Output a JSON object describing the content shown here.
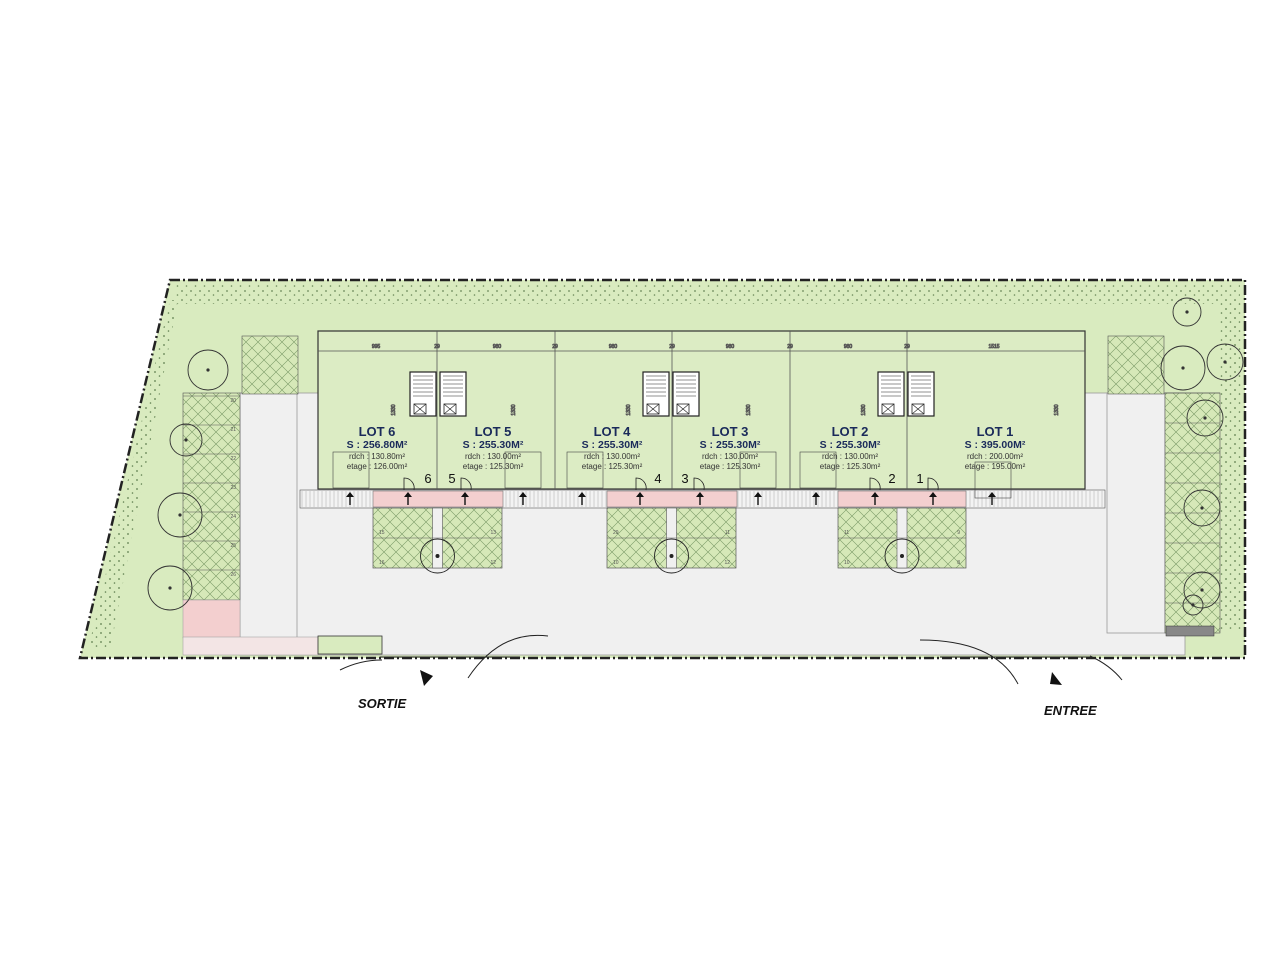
{
  "lots": [
    {
      "title": "LOT 6",
      "surface": "S : 256.80M²",
      "rdch": "rdch : 130.80m²",
      "etage": "etage : 126.00m²"
    },
    {
      "title": "LOT 5",
      "surface": "S : 255.30M²",
      "rdch": "rdch : 130.00m²",
      "etage": "etage : 125.30m²"
    },
    {
      "title": "LOT 4",
      "surface": "S : 255.30M²",
      "rdch": "rdch : 130.00m²",
      "etage": "etage : 125.30m²"
    },
    {
      "title": "LOT 3",
      "surface": "S : 255.30M²",
      "rdch": "rdch : 130.00m²",
      "etage": "etage : 125.30m²"
    },
    {
      "title": "LOT 2",
      "surface": "S : 255.30M²",
      "rdch": "rdch : 130.00m²",
      "etage": "etage : 125.30m²"
    },
    {
      "title": "LOT 1",
      "surface": "S : 395.00M²",
      "rdch": "rdch : 200.00m²",
      "etage": "etage : 195.00m²"
    }
  ],
  "door_numbers": [
    "6",
    "5",
    "4",
    "3",
    "2",
    "1"
  ],
  "dimensions": {
    "widths": [
      "995",
      "29",
      "980",
      "29",
      "980",
      "29",
      "980",
      "29",
      "980",
      "29",
      "1515"
    ],
    "depth": "1330"
  },
  "parking_left_numbers": [
    "20",
    "21",
    "22",
    "23",
    "24",
    "25",
    "26"
  ],
  "parking_center_numbers": [
    [
      "15",
      "13",
      "16",
      "12"
    ],
    [
      "29",
      "11",
      "10",
      "12"
    ],
    [
      "11",
      "9",
      "10",
      "8"
    ]
  ],
  "labels": {
    "exit": "SORTIE",
    "entrance": "ENTREE"
  },
  "colors": {
    "green_area": "#d9ebbf",
    "building": "#dcecc4",
    "road": "#f0f0f0",
    "pink": "#f3cfcf",
    "outline": "#222222"
  }
}
